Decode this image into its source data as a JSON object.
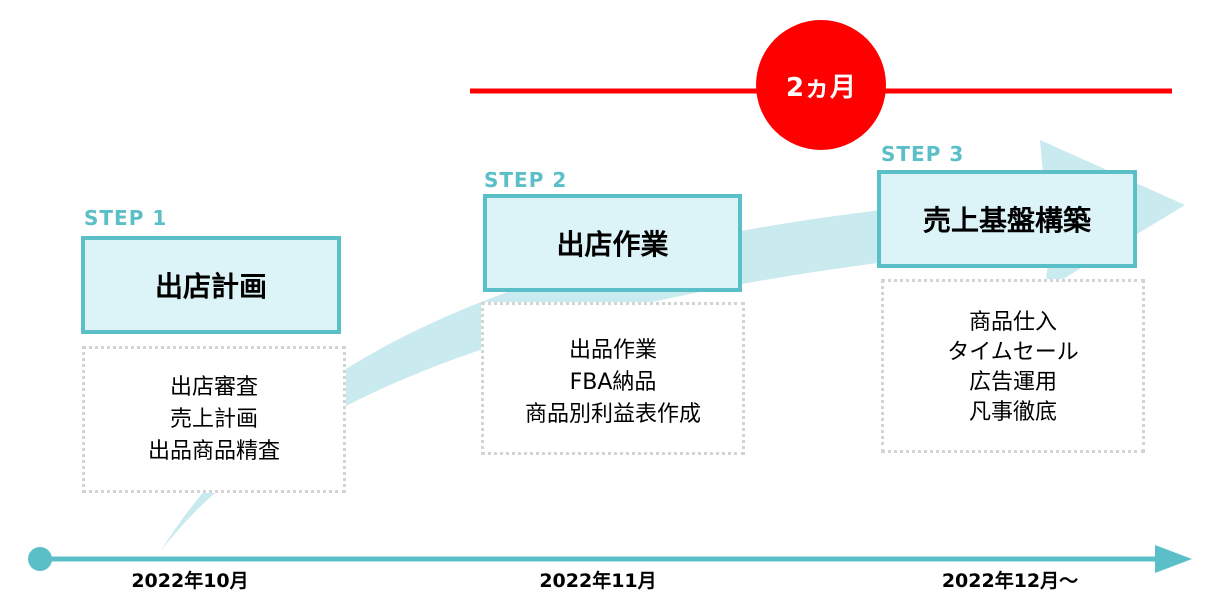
{
  "duration_badge": "2ヵ月",
  "steps": [
    {
      "label": "STEP 1",
      "title": "出店計画",
      "items": [
        "出店審査",
        "売上計画",
        "出品商品精査"
      ]
    },
    {
      "label": "STEP 2",
      "title": "出店作業",
      "items": [
        "出品作業",
        "FBA納品",
        "商品別利益表作成"
      ]
    },
    {
      "label": "STEP 3",
      "title": "売上基盤構築",
      "items": [
        "商品仕入",
        "タイムセール",
        "広告運用",
        "凡事徹底"
      ]
    }
  ],
  "timeline": {
    "dates": [
      "2022年10月",
      "2022年11月",
      "2022年12月～"
    ]
  },
  "colors": {
    "accent": "#5bbfc8",
    "box_fill": "#dcf4f7",
    "arrow": "#c9eaee",
    "red": "#ff0000"
  }
}
